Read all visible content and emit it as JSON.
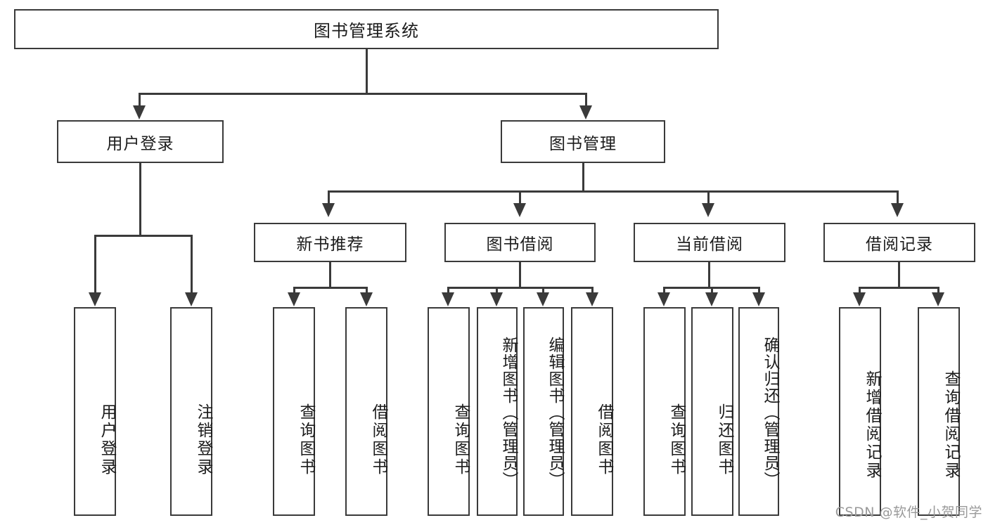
{
  "diagram": {
    "title": "图书管理系统",
    "type": "hierarchy-tree",
    "root": {
      "id": "root",
      "label": "图书管理系统"
    },
    "level1": [
      {
        "id": "user-login",
        "label": "用户登录"
      },
      {
        "id": "book-management",
        "label": "图书管理"
      }
    ],
    "level2": [
      {
        "id": "new-book-recommend",
        "label": "新书推荐",
        "parent": "book-management"
      },
      {
        "id": "book-borrow",
        "label": "图书借阅",
        "parent": "book-management"
      },
      {
        "id": "current-borrow",
        "label": "当前借阅",
        "parent": "book-management"
      },
      {
        "id": "borrow-record",
        "label": "借阅记录",
        "parent": "book-management"
      }
    ],
    "leaves": [
      {
        "id": "leaf-user-login",
        "label": "用户登录",
        "parent": "user-login"
      },
      {
        "id": "leaf-logout-login",
        "label": "注销登录",
        "parent": "user-login"
      },
      {
        "id": "leaf-query-book-1",
        "label": "查询图书",
        "parent": "new-book-recommend"
      },
      {
        "id": "leaf-borrow-book-1",
        "label": "借阅图书",
        "parent": "new-book-recommend"
      },
      {
        "id": "leaf-query-book-2",
        "label": "查询图书",
        "parent": "book-borrow"
      },
      {
        "id": "leaf-add-book",
        "label": "新增图书（管理员）",
        "parent": "book-borrow"
      },
      {
        "id": "leaf-edit-book",
        "label": "编辑图书（管理员）",
        "parent": "book-borrow"
      },
      {
        "id": "leaf-borrow-book-2",
        "label": "借阅图书",
        "parent": "book-borrow"
      },
      {
        "id": "leaf-query-book-3",
        "label": "查询图书",
        "parent": "current-borrow"
      },
      {
        "id": "leaf-return-book",
        "label": "归还图书",
        "parent": "current-borrow"
      },
      {
        "id": "leaf-confirm-return",
        "label": "确认归还（管理员）",
        "parent": "current-borrow"
      },
      {
        "id": "leaf-add-record",
        "label": "新增借阅记录",
        "parent": "borrow-record"
      },
      {
        "id": "leaf-query-record",
        "label": "查询借阅记录",
        "parent": "borrow-record"
      }
    ]
  },
  "watermark": {
    "text": "CSDN @软件_小贺同学"
  },
  "colors": {
    "stroke": "#3a3a3a",
    "text": "#1c1c1c",
    "background": "#ffffff",
    "watermark": "#9a9a9a"
  }
}
